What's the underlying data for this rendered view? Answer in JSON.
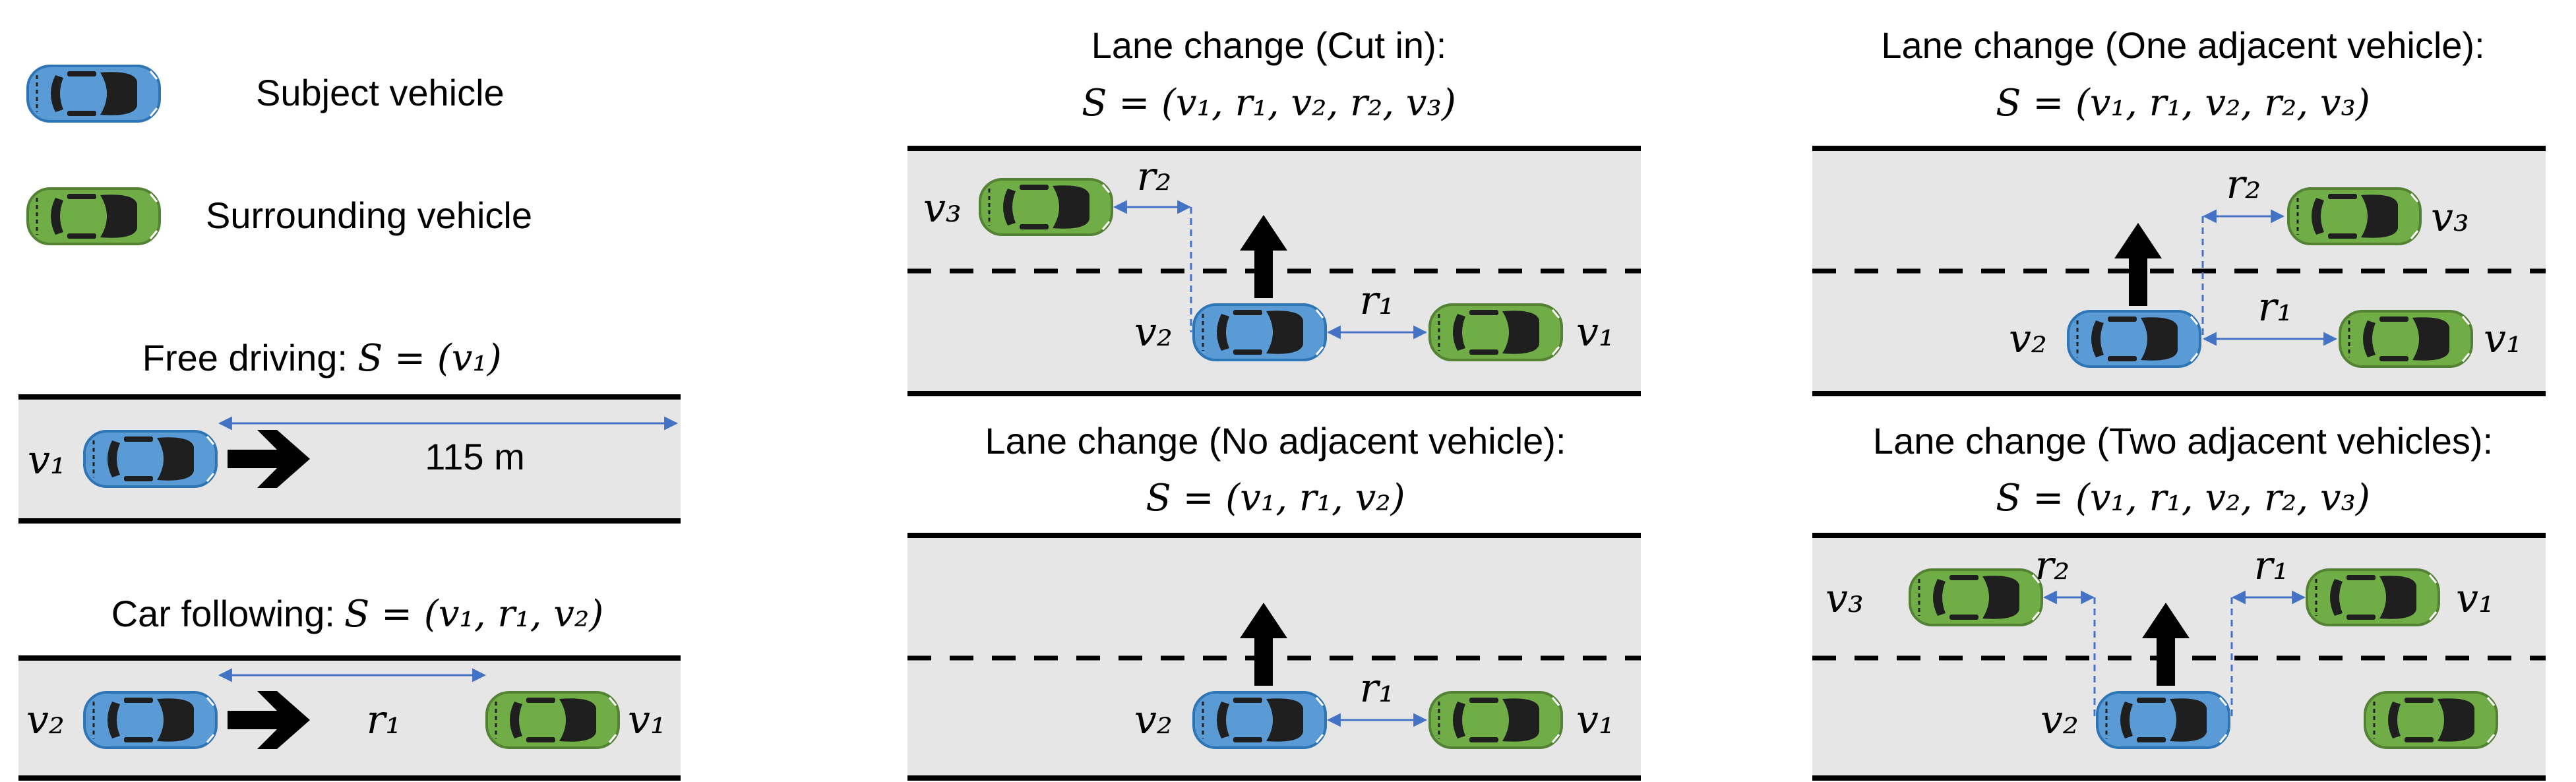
{
  "legend": {
    "subject_label": "Subject vehicle",
    "surrounding_label": "Surrounding vehicle"
  },
  "colors": {
    "subject": "#5B9BD5",
    "surrounding": "#70AD47",
    "road": "#E7E6E6",
    "arrow": "#4472C4"
  },
  "scenarios": {
    "free": {
      "title": "Free driving:",
      "formula": "S = (v₁)",
      "v1": "v₁",
      "distance": "115 m"
    },
    "follow": {
      "title": "Car following:",
      "formula": "S = (v₁, r₁, v₂)",
      "v1": "v₁",
      "v2": "v₂",
      "r1": "r₁"
    },
    "cutin": {
      "title": "Lane change (Cut in):",
      "formula": "S = (v₁, r₁, v₂, r₂, v₃)",
      "v1": "v₁",
      "v2": "v₂",
      "v3": "v₃",
      "r1": "r₁",
      "r2": "r₂"
    },
    "noadj": {
      "title": "Lane change (No adjacent vehicle):",
      "formula": "S = (v₁, r₁, v₂)",
      "v1": "v₁",
      "v2": "v₂",
      "r1": "r₁"
    },
    "oneadj": {
      "title": "Lane change (One adjacent vehicle):",
      "formula": "S = (v₁, r₁, v₂, r₂, v₃)",
      "v1": "v₁",
      "v2": "v₂",
      "v3": "v₃",
      "r1": "r₁",
      "r2": "r₂"
    },
    "twoadj": {
      "title": "Lane change (Two adjacent vehicles):",
      "formula": "S = (v₁, r₁, v₂, r₂, v₃)",
      "v1": "v₁",
      "v2": "v₂",
      "v3": "v₃",
      "r1": "r₁",
      "r2": "r₂"
    }
  }
}
